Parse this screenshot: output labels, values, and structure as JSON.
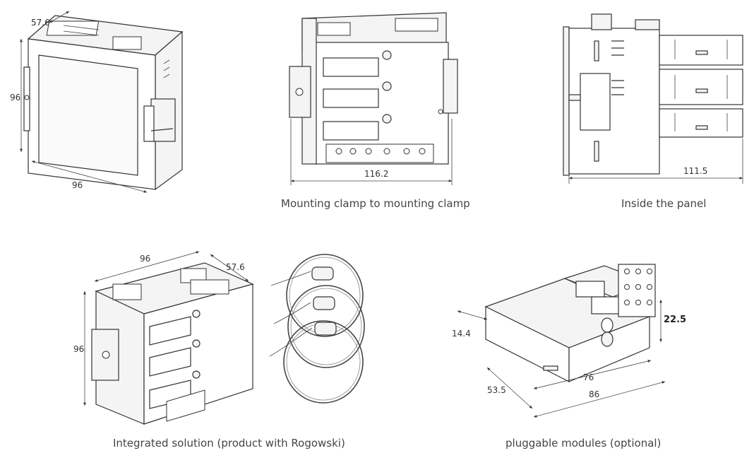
{
  "views": {
    "front": {
      "dims": {
        "top_depth": "57.6",
        "height": "96",
        "width": "96"
      }
    },
    "clamp": {
      "caption": "Mounting clamp to mounting clamp",
      "dims": {
        "width": "116.2"
      }
    },
    "panel": {
      "caption": "Inside the panel",
      "dims": {
        "depth": "111.5"
      }
    },
    "integrated": {
      "caption": "Integrated solution (product with Rogowski)",
      "dims": {
        "width": "96",
        "depth": "57.6",
        "height": "96"
      }
    },
    "modules": {
      "caption": "pluggable modules (optional)",
      "dims": {
        "thickness": "14.4",
        "height": "22.5",
        "inner_width": "76",
        "depth": "53.5",
        "width": "86"
      }
    }
  }
}
